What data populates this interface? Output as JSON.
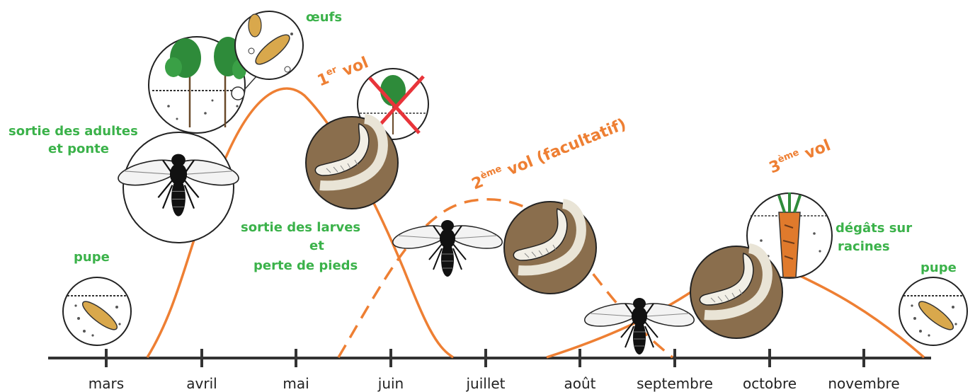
{
  "colors": {
    "curve": "#ee7f33",
    "green_text": "#3bb24a",
    "orange_text": "#ee7f33",
    "axis": "#333333",
    "soil": "#8a6e4d",
    "larva": "#f2efe6",
    "pupa": "#d9a84c",
    "cross": "#e8343a",
    "tree": "#2e8b3a",
    "carrot": "#e07a2c"
  },
  "months": [
    "mars",
    "avril",
    "mai",
    "juin",
    "juillet",
    "août",
    "septembre",
    "octobre",
    "novembre"
  ],
  "stages": {
    "pupe_left": "pupe",
    "sortie_adultes_line1": "sortie des adultes",
    "sortie_adultes_line2": "et ponte",
    "oeufs": "œufs",
    "sortie_larves_line1": "sortie des larves",
    "sortie_larves_line2": "et",
    "sortie_larves_line3": "perte de pieds",
    "degats_line1": "dégâts sur",
    "degats_line2": "racines",
    "pupe_right": "pupe"
  },
  "flights": {
    "vol1": {
      "num": "1",
      "sup": "er",
      "text": " vol"
    },
    "vol2": {
      "num": "2",
      "sup": "ème",
      "text": " vol (facultatif)"
    },
    "vol3": {
      "num": "3",
      "sup": "ème",
      "text": " vol"
    }
  },
  "icons": {
    "pupa": "pupa-in-soil-icon",
    "fly": "carrot-fly-icon",
    "larva": "larva-in-soil-icon",
    "eggs": "eggs-icon",
    "seedlings": "carrot-seedlings-icon",
    "dead_plant": "crossed-plant-icon",
    "carrot": "damaged-carrot-icon"
  }
}
